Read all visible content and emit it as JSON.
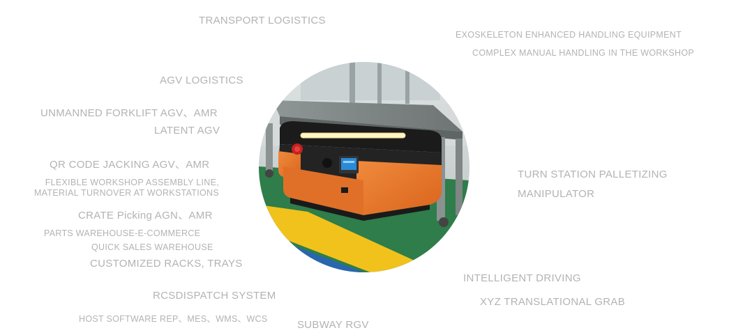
{
  "labels": {
    "transport_logistics": "TRANSPORT LOGISTICS",
    "exoskeleton": "EXOSKELETON ENHANCED HANDLING EQUIPMENT",
    "complex_manual": "COMPLEX MANUAL HANDLING IN THE WORKSHOP",
    "agv_logistics": "AGV LOGISTICS",
    "unmanned_forklift": "UNMANNED FORKLIFT AGV、AMR",
    "latent_agv": "LATENT AGV",
    "qr_code": "QR CODE JACKING AGV、AMR",
    "flexible_line1": "FLEXIBLE WORKSHOP ASSEMBLY LINE,",
    "flexible_line2": "MATERIAL TURNOVER AT WORKSTATIONS",
    "crate_picking": "CRATE Picking AGN、AMR",
    "parts_warehouse": "PARTS WAREHOUSE-E-COMMERCE",
    "quick_sales": "QUICK SALES WAREHOUSE",
    "customized_racks": "CUSTOMIZED RACKS, TRAYS",
    "turn_station": "TURN STATION PALLETIZING",
    "manipulator": "MANIPULATOR",
    "intelligent_driving": "INTELLIGENT DRIVING",
    "xyz_grab": "XYZ TRANSLATIONAL GRAB",
    "rcs_dispatch": "RCSDISPATCH SYSTEM",
    "host_software": "HOST SOFTWARE REP、MES、WMS、WCS",
    "subway_rgv": "SUBWAY RGV"
  },
  "colors": {
    "label_text": "#b3b3b3",
    "robot_body": "#e8782a",
    "floor_green": "#2e7d4a",
    "floor_yellow": "#f1c21b",
    "floor_blue": "#2a66b0"
  }
}
